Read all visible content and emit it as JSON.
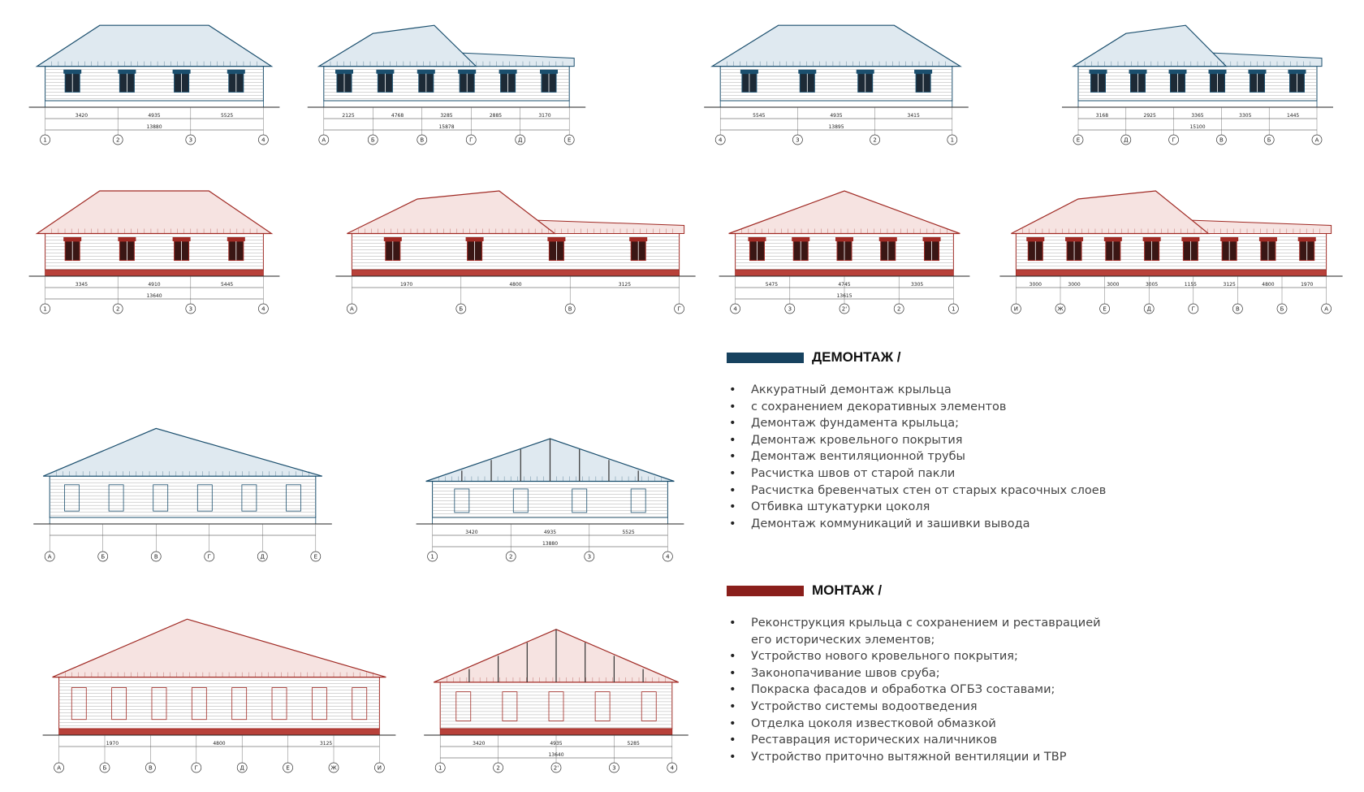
{
  "colors": {
    "dismantling": "#17425f",
    "installation": "#8a1f1b",
    "existing_line": "#1b4f6e",
    "proposed_line": "#a02a24"
  },
  "dismantling": {
    "title": "ДЕМОНТАЖ /",
    "items": [
      "Аккуратный демонтаж крыльца",
      "с сохранением декоративных элементов",
      "Демонтаж фундамента крыльца;",
      "Демонтаж кровельного покрытия",
      "Демонтаж вентиляционной трубы",
      "Расчистка швов от старой пакли",
      "Расчистка бревенчатых стен от старых красочных слоев",
      "Отбивка штукатурки цоколя",
      "Демонтаж коммуникаций и зашивки вывода"
    ]
  },
  "installation": {
    "title": "МОНТАЖ /",
    "items": [
      "Реконструкция крыльца с сохранением и реставрацией",
      "его исторических элементов;",
      "Устройство нового кровельного покрытия;",
      "Законопачивание швов сруба;",
      "Покраска фасадов и обработка ОГБЗ составами;",
      "Устройство системы водоотведения",
      "Отделка цоколя известковой обмазкой",
      "Реставрация исторических наличников",
      "Устройство приточно вытяжной вентиляции и ТВР"
    ]
  },
  "drawings": [
    {
      "kind": "existing",
      "type": "facade",
      "roof": "hip",
      "axes": [
        "1",
        "2",
        "3",
        "4"
      ],
      "dims": [
        "3420",
        "4935",
        "5525"
      ],
      "total": "13880"
    },
    {
      "kind": "existing",
      "type": "facade",
      "roof": "hip-side",
      "axes": [
        "А",
        "Б",
        "В",
        "Г",
        "Д",
        "Е"
      ],
      "dims": [
        "2125",
        "4768",
        "3285",
        "2885",
        "3170"
      ],
      "total": "15878"
    },
    {
      "kind": "existing",
      "type": "facade",
      "roof": "hip",
      "axes": [
        "4",
        "3",
        "2",
        "1"
      ],
      "dims": [
        "5545",
        "4935",
        "3415"
      ],
      "total": "13895"
    },
    {
      "kind": "existing",
      "type": "facade",
      "roof": "hip-side",
      "axes": [
        "Е",
        "Д",
        "Г",
        "В",
        "Б",
        "А"
      ],
      "dims": [
        "3168",
        "2925",
        "3365",
        "3305",
        "1445"
      ],
      "total": "15100"
    },
    {
      "kind": "proposed",
      "type": "facade",
      "roof": "hip",
      "axes": [
        "1",
        "2",
        "3",
        "4"
      ],
      "dims": [
        "3345",
        "4910",
        "5445"
      ],
      "total": "13640"
    },
    {
      "kind": "proposed",
      "type": "facade",
      "roof": "hip-side",
      "axes": [
        "А",
        "Б",
        "В",
        "Г"
      ],
      "dims": [
        "1970",
        "4800",
        "3125"
      ],
      "total": ""
    },
    {
      "kind": "proposed",
      "type": "facade",
      "roof": "gable",
      "axes": [
        "4",
        "3",
        "2'",
        "2",
        "1"
      ],
      "dims": [
        "5475",
        "4745",
        "3305"
      ],
      "total": "13615"
    },
    {
      "kind": "proposed",
      "type": "facade",
      "roof": "hip-side",
      "axes": [
        "И",
        "Ж",
        "Е",
        "Д",
        "Г",
        "В",
        "Б",
        "А"
      ],
      "dims": [
        "3000",
        "3000",
        "3000",
        "3005",
        "1155",
        "3125",
        "4800",
        "1970"
      ],
      "total": ""
    },
    {
      "kind": "existing",
      "type": "section",
      "roof": "gable-side",
      "axes": [
        "А",
        "Б",
        "В",
        "Г",
        "Д",
        "Е"
      ],
      "dims": [],
      "total": ""
    },
    {
      "kind": "existing",
      "type": "section",
      "roof": "truss",
      "axes": [
        "1",
        "2",
        "3",
        "4"
      ],
      "dims": [
        "3420",
        "4935",
        "5525"
      ],
      "total": "13880"
    },
    {
      "kind": "proposed",
      "type": "section",
      "roof": "gable-side",
      "axes": [
        "А",
        "Б",
        "В",
        "Г",
        "Д",
        "Е",
        "Ж",
        "И"
      ],
      "dims": [
        "1970",
        "4800",
        "3125"
      ],
      "total": ""
    },
    {
      "kind": "proposed",
      "type": "section",
      "roof": "truss",
      "axes": [
        "1",
        "2",
        "2'",
        "3",
        "4"
      ],
      "dims": [
        "3420",
        "4935",
        "5285"
      ],
      "total": "13640"
    }
  ]
}
